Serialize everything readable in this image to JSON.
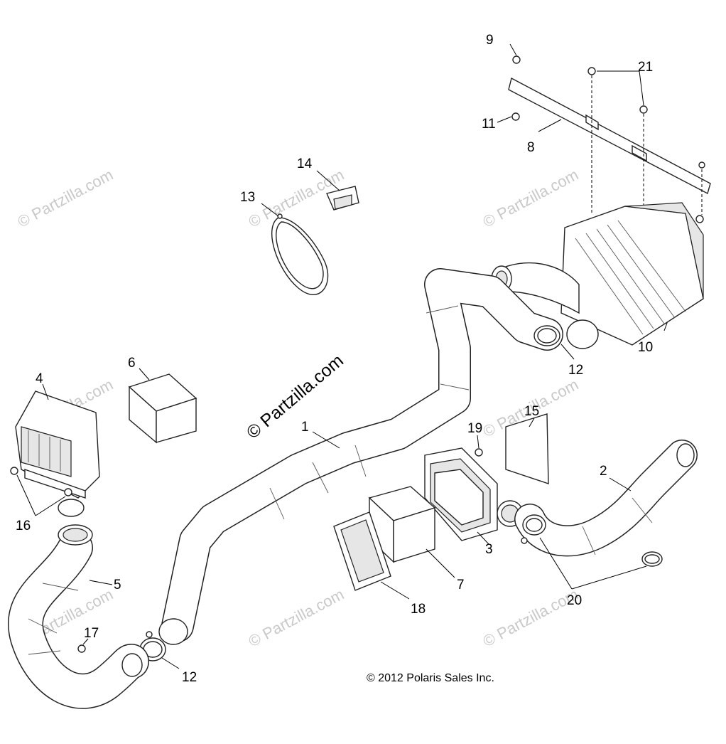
{
  "callouts": [
    {
      "label": "1"
    },
    {
      "label": "2"
    },
    {
      "label": "3"
    },
    {
      "label": "4"
    },
    {
      "label": "5"
    },
    {
      "label": "6"
    },
    {
      "label": "7"
    },
    {
      "label": "8"
    },
    {
      "label": "9"
    },
    {
      "label": "10"
    },
    {
      "label": "11"
    },
    {
      "label": "12"
    },
    {
      "label": "12"
    },
    {
      "label": "13"
    },
    {
      "label": "14"
    },
    {
      "label": "15"
    },
    {
      "label": "16"
    },
    {
      "label": "17"
    },
    {
      "label": "18"
    },
    {
      "label": "19"
    },
    {
      "label": "20"
    },
    {
      "label": "21"
    }
  ],
  "watermark": "© Partzilla.com",
  "copyright": "© 2012 Polaris Sales Inc."
}
